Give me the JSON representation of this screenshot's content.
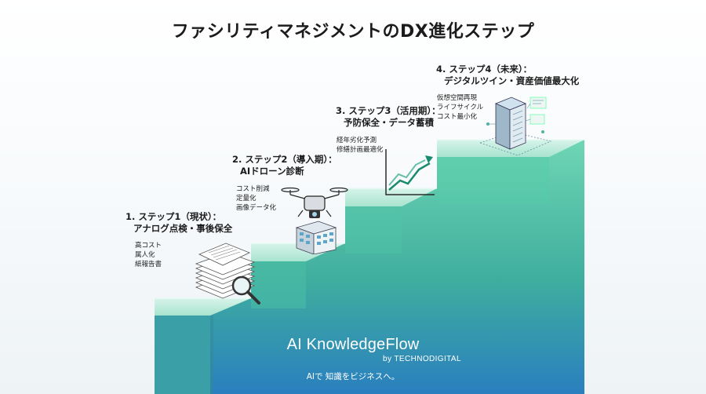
{
  "title": "ファシリティマネジメントのDX進化ステップ",
  "steps": [
    {
      "label_line1": "1. ステップ1（現状）：",
      "label_line2": "アナログ点検・事後保全",
      "notes": [
        "高コスト",
        "属人化",
        "紙報告書"
      ],
      "icon": "paper-stack-magnifier-icon"
    },
    {
      "label_line1": "2. ステップ2（導入期）：",
      "label_line2": "AIドローン診断",
      "notes": [
        "コスト削減",
        "定量化",
        "画像データ化"
      ],
      "icon": "drone-building-icon"
    },
    {
      "label_line1": "3. ステップ3（活用期）：",
      "label_line2": "予防保全・データ蓄積",
      "notes": [
        "経年劣化予測",
        "修繕計画最適化"
      ],
      "icon": "trend-chart-icon"
    },
    {
      "label_line1": "4. ステップ4（未来）：",
      "label_line2": "デジタルツイン・資産価値最大化",
      "notes": [
        "仮想空間再現",
        "ライフサイクル",
        "コスト最小化"
      ],
      "icon": "digital-twin-building-icon"
    }
  ],
  "brand": {
    "name": "AI KnowledgeFlow",
    "by": "by TECHNODIGITAL",
    "tagline": "AIで 知識をビジネスへ。"
  },
  "colors": {
    "step_top": "#5fd1b0",
    "step_bottom": "#2f8fc8",
    "tread": "#c9efe2",
    "accent_chart": "#1a8a6e"
  }
}
